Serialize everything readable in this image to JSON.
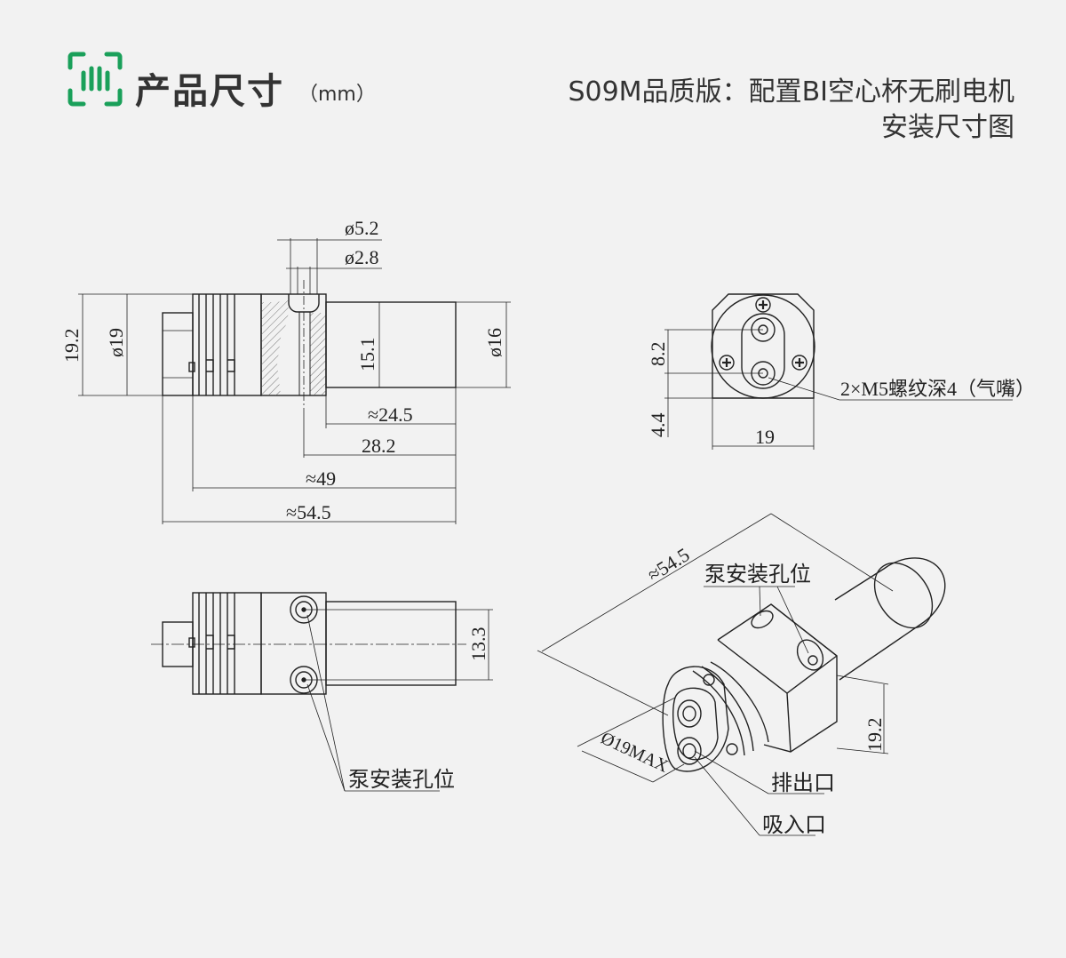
{
  "header": {
    "title": "产品尺寸",
    "unit": "（mm）",
    "right_line1": "S09M品质版：配置BI空心杯无刷电机",
    "right_line2": "安装尺寸图",
    "logo_icon": "ruler-icon",
    "accent_color": "#1aa05a"
  },
  "side_view": {
    "dim_d52": "ø5.2",
    "dim_d28": "ø2.8",
    "dim_h192": "19.2",
    "dim_d19": "ø19",
    "dim_151": "15.1",
    "dim_d16": "ø16",
    "dim_245": "≈24.5",
    "dim_282": "28.2",
    "dim_49": "≈49",
    "dim_545": "≈54.5"
  },
  "front_view": {
    "dim_82": "8.2",
    "dim_44": "4.4",
    "dim_19": "19",
    "thread_note": "2×M5螺纹深4（气嘴）"
  },
  "top_view": {
    "dim_133": "13.3",
    "hole_label": "泵安装孔位"
  },
  "iso_view": {
    "dim_545": "≈54.5",
    "hole_label": "泵安装孔位",
    "dim_d19max": "Ø19MAX",
    "dim_192": "19.2",
    "outlet_label": "排出口",
    "inlet_label": "吸入口"
  }
}
